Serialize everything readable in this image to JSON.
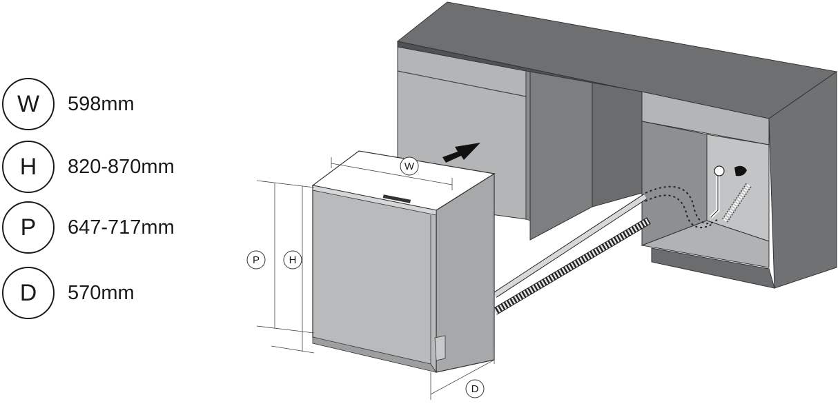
{
  "dimensions": [
    {
      "letter": "W",
      "value": "598mm"
    },
    {
      "letter": "H",
      "value": "820-870mm"
    },
    {
      "letter": "P",
      "value": "647-717mm"
    },
    {
      "letter": "D",
      "value": "570mm"
    }
  ],
  "diagram_labels": {
    "w": "W",
    "h": "H",
    "p": "P",
    "d": "D"
  },
  "colors": {
    "cabinet_top": "#6d6f70",
    "cabinet_front": "#b3b5b6",
    "cabinet_dark": "#7c7e7f",
    "appliance_front": "#b8babb",
    "appliance_side": "#a6a8a9",
    "appliance_top": "#ffffff"
  }
}
